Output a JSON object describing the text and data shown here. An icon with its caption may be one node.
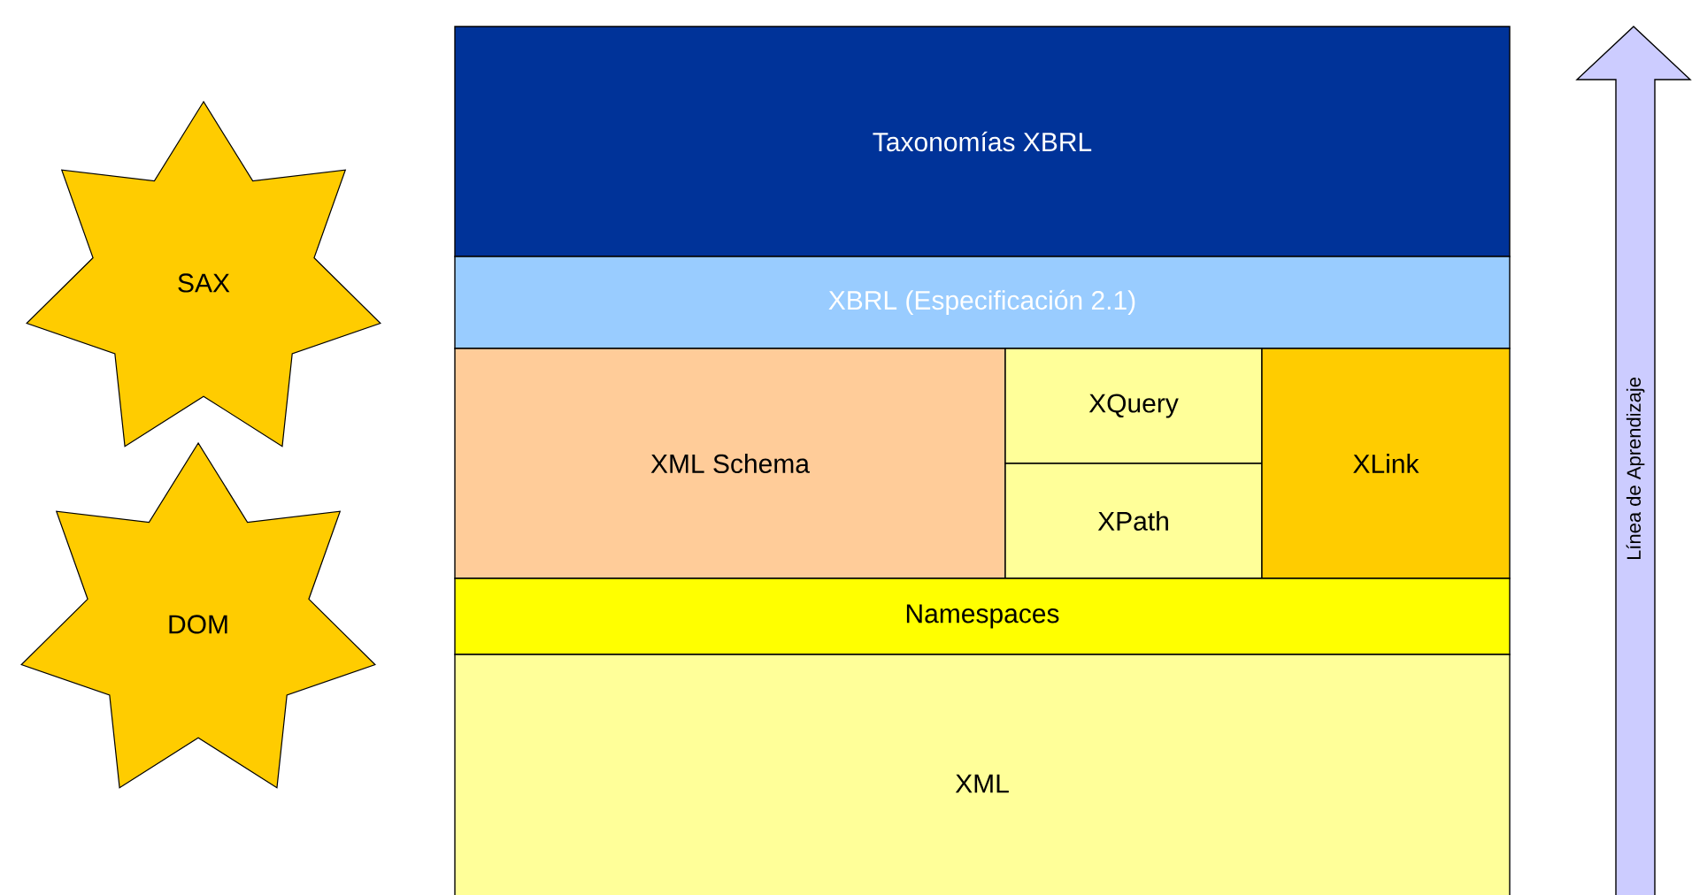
{
  "diagram": {
    "nodes": [
      {
        "text": [
          "Taxonomías XBRL"
        ]
      },
      {
        "text": [
          "XBRL (Especificación 2.1)"
        ]
      },
      {
        "text": [
          "XML Schema"
        ]
      },
      {
        "text": [
          "XQuery"
        ]
      },
      {
        "text": [
          "XPath"
        ]
      },
      {
        "text": [
          "XLink"
        ]
      },
      {
        "text": [
          "Namespaces"
        ]
      },
      {
        "text": [
          "XML"
        ]
      },
      {
        "text": [
          "SAX"
        ]
      },
      {
        "text": [
          "DOM"
        ]
      },
      {
        "text": [
          "Línea de Aprendizaje"
        ]
      }
    ]
  }
}
